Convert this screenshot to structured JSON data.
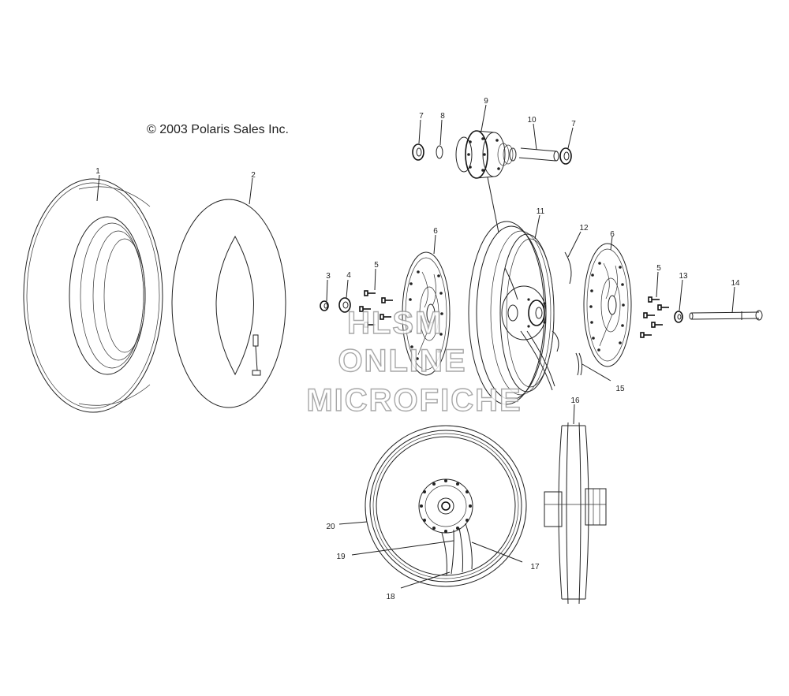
{
  "copyright": "© 2003 Polaris Sales Inc.",
  "watermark": {
    "line1": "HLSM",
    "line2": "ONLINE",
    "line3": "MICROFICHE"
  },
  "callouts": {
    "c1": "1",
    "c2": "2",
    "c3": "3",
    "c4": "4",
    "c5a": "5",
    "c5b": "5",
    "c6a": "6",
    "c6b": "6",
    "c7a": "7",
    "c7b": "7",
    "c8": "8",
    "c9": "9",
    "c10": "10",
    "c11": "11",
    "c12": "12",
    "c13": "13",
    "c14": "14",
    "c15": "15",
    "c16": "16",
    "c17": "17",
    "c18": "18",
    "c19": "19",
    "c20": "20"
  }
}
